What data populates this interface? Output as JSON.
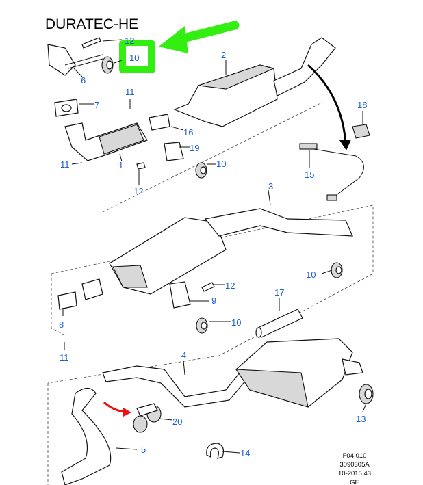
{
  "title": "DURATEC-HE",
  "reference": {
    "line1": "F04.010",
    "line2": "3090305A",
    "line3": "10-2015 43",
    "line4": "GE"
  },
  "highlight": {
    "callout": "10",
    "color": "#33ee11"
  },
  "red_arrow_color": "#ee1111",
  "callouts": [
    "12",
    "10",
    "6",
    "2",
    "7",
    "11",
    "18",
    "16",
    "19",
    "10",
    "11",
    "1",
    "12",
    "15",
    "3",
    "10",
    "12",
    "9",
    "17",
    "10",
    "8",
    "11",
    "4",
    "20",
    "13",
    "5",
    "14"
  ]
}
